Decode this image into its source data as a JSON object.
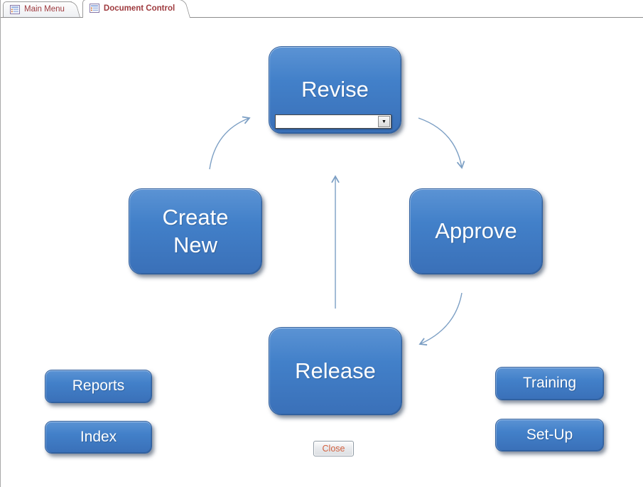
{
  "tabs": [
    {
      "label": "Main Menu",
      "active": false
    },
    {
      "label": "Document Control",
      "active": true
    }
  ],
  "workflow": {
    "revise": "Revise",
    "approve": "Approve",
    "create_new": "Create\nNew",
    "release": "Release",
    "revise_combo_value": ""
  },
  "side_buttons": {
    "reports": "Reports",
    "index": "Index",
    "training": "Training",
    "setup": "Set-Up"
  },
  "close_button": "Close",
  "icons": {
    "combo_dropdown": "▼"
  },
  "colors": {
    "button_blue": "#4280c9",
    "button_blue_light": "#5b93d4",
    "button_blue_dark": "#3a70b8",
    "button_border": "#2f5f9e",
    "tab_text": "#9e3a3e",
    "tab_border": "#9a9a9a",
    "close_text": "#d2613f",
    "arrow_blue": "#7c9fc4"
  }
}
